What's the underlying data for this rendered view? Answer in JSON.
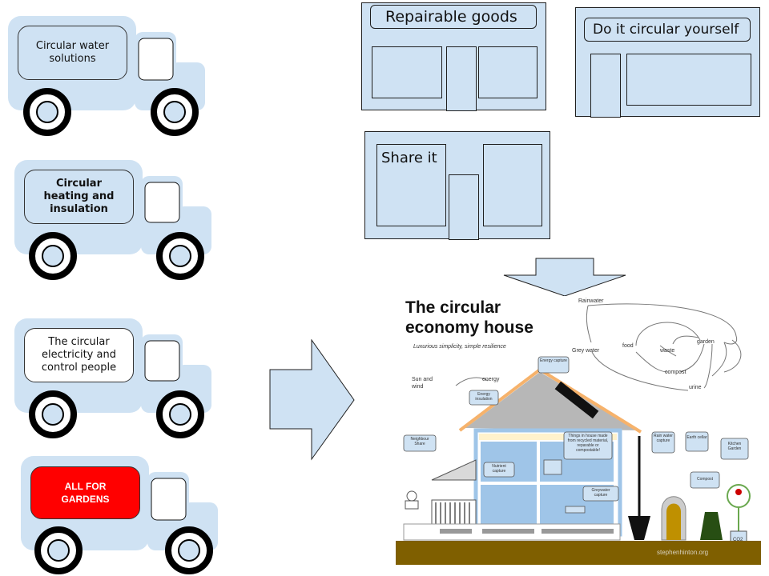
{
  "trucks": [
    {
      "label": "Circular water solutions"
    },
    {
      "label": "Circular heating and insulation"
    },
    {
      "label": "The circular electricity and control people"
    },
    {
      "label": "ALL FOR GARDENS"
    }
  ],
  "panels": {
    "repairable": "Repairable goods",
    "diy": "Do it circular yourself",
    "share": "Share it"
  },
  "house": {
    "title_line1": "The circular",
    "title_line2": "economy house",
    "subtitle": "Luxurious simplicity, simple resilience",
    "rainwater": "Rainwater",
    "grey_water": "Grey water",
    "food": "food",
    "waste": "waste",
    "garden": "garden",
    "compost": "compost",
    "urine": "urine",
    "sun_and_wind_1": "Sun and",
    "sun_and_wind_2": "wind",
    "energy": "energy",
    "energy_capture": "Energy capture",
    "energy_insulation": "Energy insulation",
    "neighbour_share": "Neighbour Share",
    "nutrient_capture": "Nutrient capture",
    "things_in_house": "Things in house made from recycled material, reparable or compostable!",
    "greywater_capture": "Greywater capture",
    "rain_water_capture": "Rain water capture",
    "earth_cellar": "Earth cellar",
    "compost_bin": "Compost",
    "kitchen_garden": "Kitchen Garden",
    "co2": "CO2",
    "credit": "stephenhinton.org"
  },
  "colors": {
    "panel_fill": "#cfe2f3",
    "outline": "#1f1f1f",
    "garden_red": "#ff0000",
    "ground": "#7f5f00",
    "roof": "#f6b26b"
  }
}
